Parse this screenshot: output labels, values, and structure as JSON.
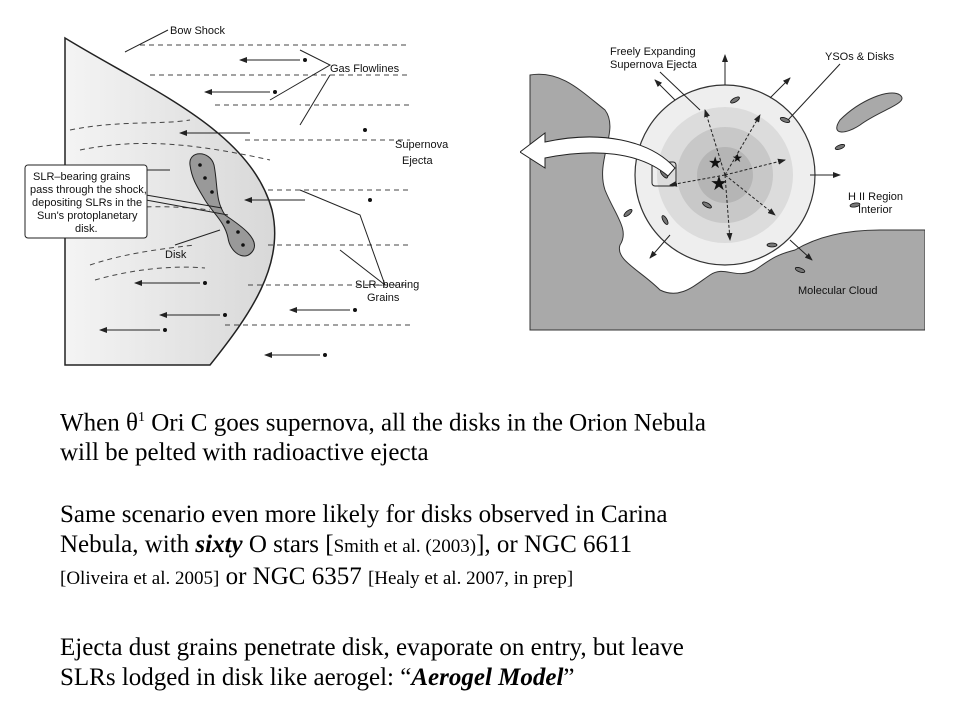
{
  "left_figure": {
    "bow_shock": "Bow Shock",
    "gas_flowlines": "Gas Flowlines",
    "supernova_ejecta_line1": "Supernova",
    "supernova_ejecta_line2": "Ejecta",
    "callout": [
      "SLR–bearing grains",
      "pass through the shock,",
      "depositing SLRs in the",
      "Sun's protoplanetary",
      "disk."
    ],
    "disk": "Disk",
    "slr_grains_line1": "SLR–bearing",
    "slr_grains_line2": "Grains"
  },
  "right_figure": {
    "freely_line1": "Freely Expanding",
    "freely_line2": "Supernova Ejecta",
    "ysos": "YSOs & Disks",
    "hii_line1": "H II Region",
    "hii_line2": "Interior",
    "molecular_cloud": "Molecular Cloud"
  },
  "text": {
    "p1_a": "When ",
    "p1_theta": "θ",
    "p1_sup": "1",
    "p1_b": " Ori C goes supernova, all the disks in the Orion Nebula",
    "p1_line2": "will be pelted with radioactive ejecta",
    "p2_line1": "Same scenario even more likely for disks observed in Carina",
    "p2_a": "Nebula, with ",
    "p2_sixty": "sixty",
    "p2_b": " O stars [",
    "p2_ref1": "Smith et al. (2003)",
    "p2_c": "], or NGC 6611",
    "p2_ref2": "[Oliveira et al. 2005]",
    "p2_d": " or NGC 6357 ",
    "p2_ref3": "[Healy et al. 2007, in prep]",
    "p3_line1": "Ejecta dust grains penetrate disk, evaporate on entry, but leave",
    "p3_a": "SLRs lodged in disk like aerogel: “",
    "p3_model": "Aerogel Model",
    "p3_b": "”"
  }
}
